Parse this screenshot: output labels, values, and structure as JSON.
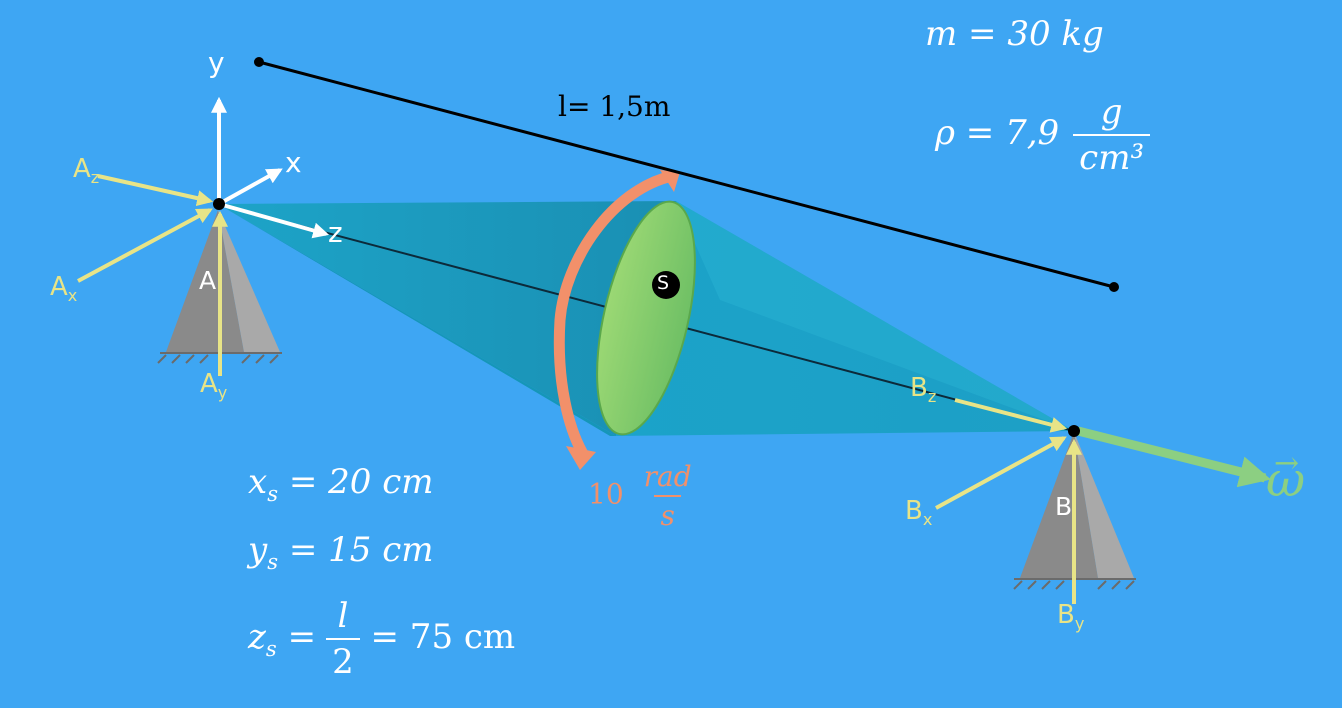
{
  "given": {
    "mass": "m = 30 kg",
    "density_prefix": "ρ = 7,9",
    "density_num": "g",
    "density_den": "cm³"
  },
  "length_label": "l= 1,5m",
  "angular_velocity": {
    "value": "10",
    "unit_num": "rad",
    "unit_den": "s",
    "symbol": "ω"
  },
  "centroid": {
    "label": "S",
    "xs": "x",
    "xs_sub": "s",
    "xs_eq": "= 20 cm",
    "ys": "y",
    "ys_sub": "s",
    "ys_eq": "= 15 cm",
    "zs": "z",
    "zs_sub": "s",
    "zs_eq1": "=",
    "zs_frac_num": "l",
    "zs_frac_den": "2",
    "zs_eq2": "= 75 cm"
  },
  "axes": {
    "x": "x",
    "y": "y",
    "z": "z"
  },
  "support_a": {
    "name": "A",
    "fx": "A",
    "fx_sub": "x",
    "fy": "A",
    "fy_sub": "y",
    "fz": "A",
    "fz_sub": "z"
  },
  "support_b": {
    "name": "B",
    "fx": "B",
    "fx_sub": "x",
    "fy": "B",
    "fy_sub": "y",
    "fz": "B",
    "fz_sub": "z"
  },
  "colors": {
    "background": "#3ea6f3",
    "body": "#1fa6c9",
    "disc": "#86cf6e",
    "force": "#e8e487",
    "rotation": "#f2906a",
    "omega": "#8ccf82"
  }
}
